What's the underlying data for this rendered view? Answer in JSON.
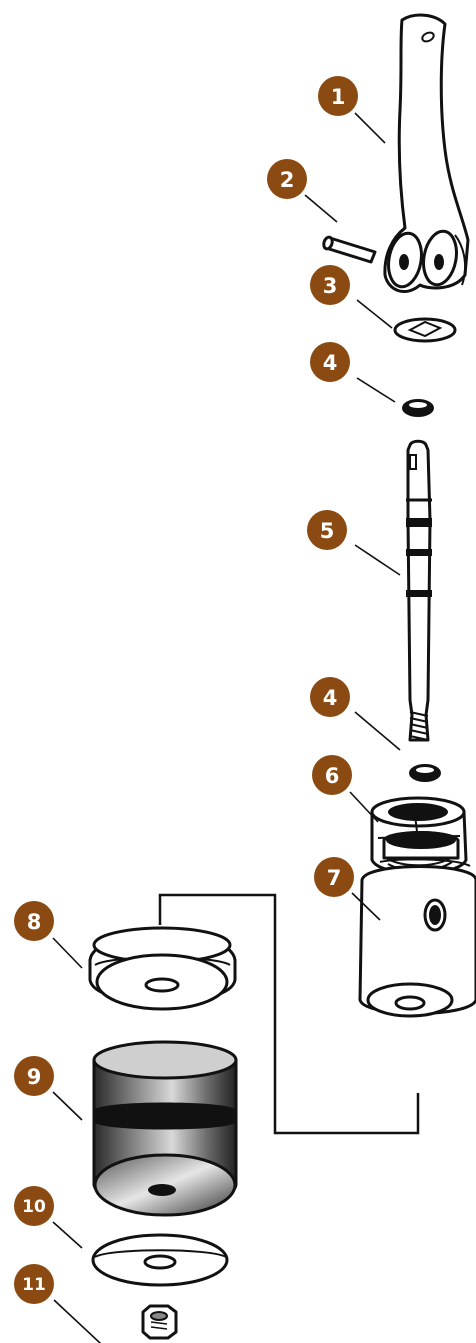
{
  "colors": {
    "callout_fill": "#8b4a12",
    "callout_text": "#ffffff",
    "line": "#111111",
    "part_fill": "#ffffff"
  },
  "callouts": [
    {
      "id": "c1",
      "label": "1"
    },
    {
      "id": "c2",
      "label": "2"
    },
    {
      "id": "c3",
      "label": "3"
    },
    {
      "id": "c4a",
      "label": "4"
    },
    {
      "id": "c5",
      "label": "5"
    },
    {
      "id": "c4b",
      "label": "4"
    },
    {
      "id": "c6",
      "label": "6"
    },
    {
      "id": "c7",
      "label": "7"
    },
    {
      "id": "c8",
      "label": "8"
    },
    {
      "id": "c9",
      "label": "9"
    },
    {
      "id": "c10",
      "label": "10"
    },
    {
      "id": "c11",
      "label": "11"
    }
  ]
}
